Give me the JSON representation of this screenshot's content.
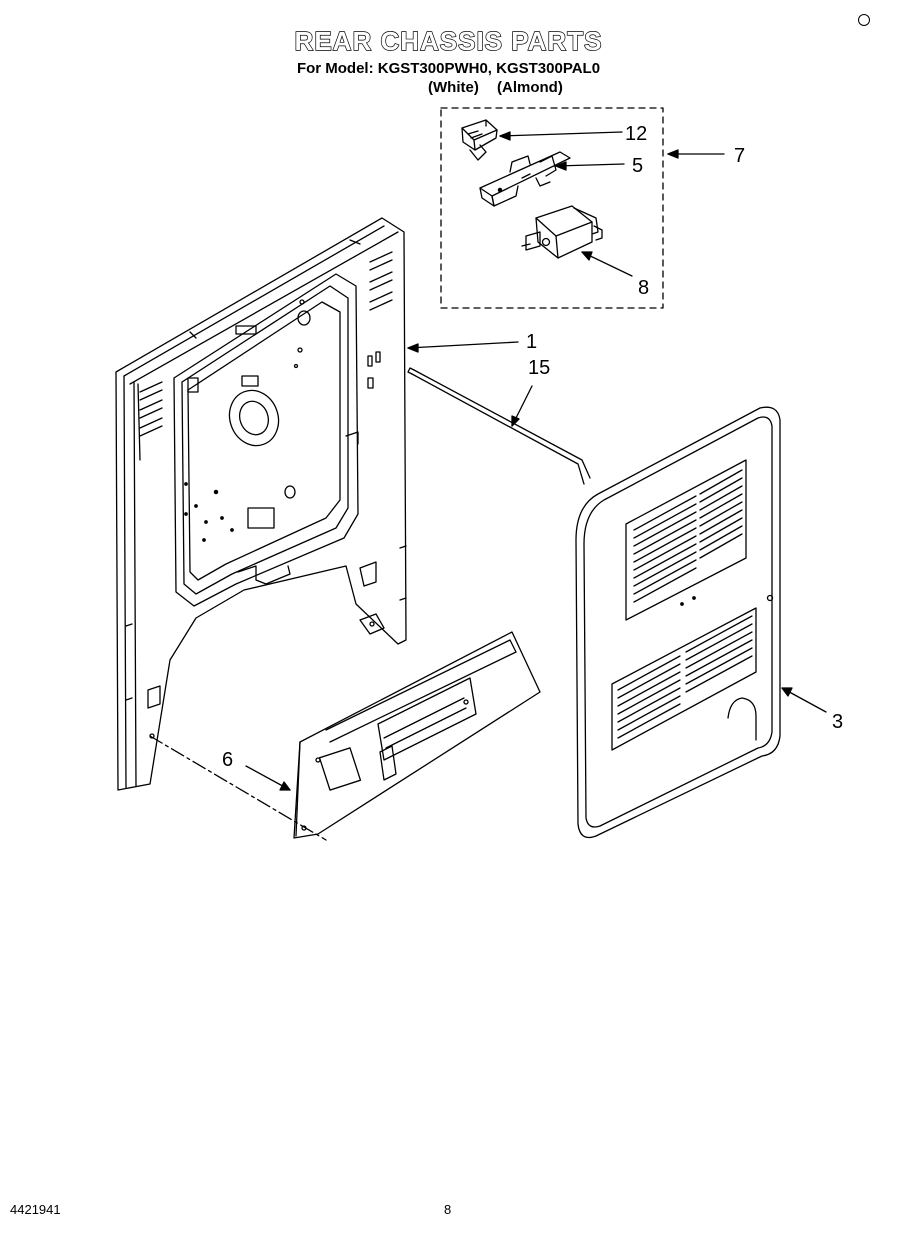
{
  "header": {
    "title": "REAR CHASSIS PARTS",
    "subtitle": "For Model: KGST300PWH0, KGST300PAL0",
    "color_white": "(White)",
    "color_almond": "(Almond)"
  },
  "callouts": {
    "c1": "1",
    "c3": "3",
    "c5": "5",
    "c6": "6",
    "c7": "7",
    "c8": "8",
    "c12": "12",
    "c15": "15"
  },
  "footer": {
    "doc_number": "4421941",
    "page_number": "8"
  },
  "colors": {
    "ink": "#000000",
    "paper": "#ffffff"
  }
}
